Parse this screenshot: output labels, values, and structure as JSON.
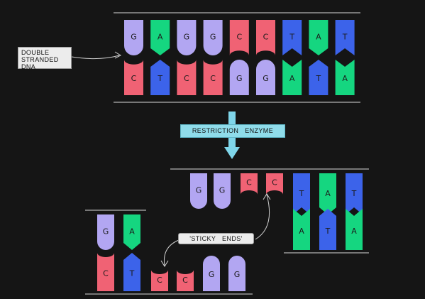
{
  "labels": {
    "double_stranded_dna": "DOUBLE\nSTRANDED\nDNA",
    "restriction_enzyme": "RESTRICTION ENZYME",
    "sticky_ends": "'STICKY ENDS'"
  },
  "colors": {
    "G": "#b2a6f2",
    "C": "#f06274",
    "A": "#15d680",
    "T": "#3c63ea",
    "background": "#151515",
    "line": "#d9d9d9",
    "arrow": "#7fd6ea"
  },
  "original_dna": {
    "top_strand": [
      "G",
      "A",
      "G",
      "G",
      "C",
      "C",
      "T",
      "A",
      "T"
    ],
    "bottom_strand": [
      "C",
      "T",
      "C",
      "C",
      "G",
      "G",
      "A",
      "T",
      "A"
    ]
  },
  "fragment_right": {
    "top_single": [
      "G",
      "G",
      "C",
      "C"
    ],
    "paired_top": [
      "T",
      "A",
      "T"
    ],
    "paired_bottom": [
      "A",
      "T",
      "A"
    ]
  },
  "fragment_left": {
    "paired_top": [
      "G",
      "A"
    ],
    "paired_bottom": [
      "C",
      "T"
    ],
    "bottom_single": [
      "C",
      "C",
      "G",
      "G"
    ]
  }
}
